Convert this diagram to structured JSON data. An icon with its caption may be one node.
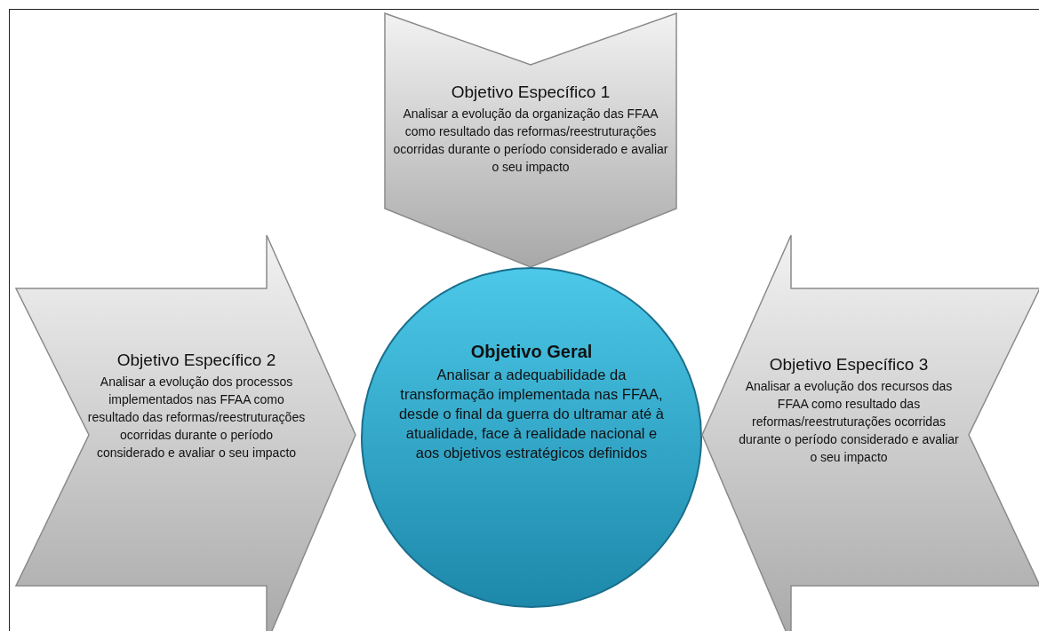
{
  "diagram": {
    "nodes": [
      {
        "text": [
          "Objetivo Específico 1",
          "Analisar a evolução da organização das FFAA como resultado das reformas/reestruturações ocorridas durante o período considerado e avaliar o seu impacto"
        ]
      },
      {
        "text": [
          "Objetivo Específico 2",
          "Analisar a evolução dos processos implementados nas FFAA como resultado das reformas/reestruturações ocorridas durante o período considerado e avaliar o seu impacto"
        ]
      },
      {
        "text": [
          "Objetivo Geral",
          "Analisar a adequabilidade da transformação implementada nas FFAA, desde o final da guerra do ultramar até à atualidade, face à realidade nacional e aos objetivos estratégicos definidos"
        ]
      },
      {
        "text": [
          "Objetivo Específico 3",
          "Analisar a evolução dos recursos das FFAA como resultado das reformas/reestruturações ocorridas durante o período considerado e avaliar o seu impacto"
        ]
      }
    ]
  }
}
